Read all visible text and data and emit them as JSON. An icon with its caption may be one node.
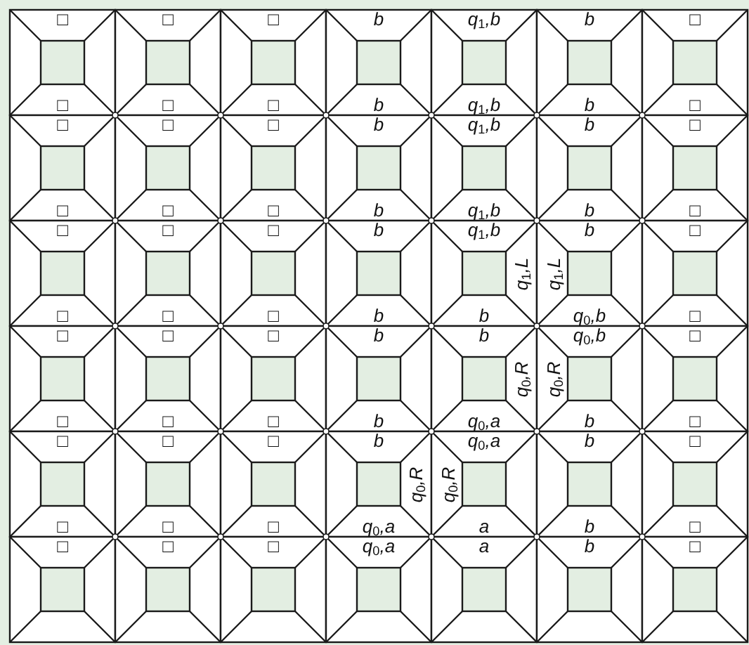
{
  "diagram": {
    "nodes": [
      {
        "text": [
          "□",
          "□"
        ]
      },
      {
        "text": [
          "□",
          "□"
        ]
      },
      {
        "text": [
          "□",
          "□"
        ]
      },
      {
        "text": [
          "b",
          "b"
        ]
      },
      {
        "text": [
          "q$_{1}$,b",
          "q$_{1}$,b"
        ]
      },
      {
        "text": [
          "b",
          "b"
        ]
      },
      {
        "text": [
          "□",
          "□"
        ]
      },
      {
        "text": [
          "□",
          "□"
        ]
      },
      {
        "text": [
          "□",
          "□"
        ]
      },
      {
        "text": [
          "□",
          "□"
        ]
      },
      {
        "text": [
          "b",
          "b"
        ]
      },
      {
        "text": [
          "q$_{1}$,b",
          "q$_{1}$,b"
        ]
      },
      {
        "text": [
          "b",
          "b"
        ]
      },
      {
        "text": [
          "□",
          "□"
        ]
      },
      {
        "text": [
          "□",
          "□"
        ]
      },
      {
        "text": [
          "□",
          "□"
        ]
      },
      {
        "text": [
          "□",
          "□"
        ]
      },
      {
        "text": [
          "b",
          "b"
        ]
      },
      {
        "text": [
          "q$_{1}$,b",
          "q$_{1}$,L",
          "b"
        ]
      },
      {
        "text": [
          "b",
          "q$_{1}$,L",
          "q$_{0}$,b"
        ]
      },
      {
        "text": [
          "□",
          "□"
        ]
      },
      {
        "text": [
          "□",
          "□"
        ]
      },
      {
        "text": [
          "□",
          "□"
        ]
      },
      {
        "text": [
          "□",
          "□"
        ]
      },
      {
        "text": [
          "b",
          "b"
        ]
      },
      {
        "text": [
          "b",
          "q$_{0}$,R",
          "q$_{0}$,a"
        ]
      },
      {
        "text": [
          "q$_{0}$,b",
          "q$_{0}$,R",
          "b"
        ]
      },
      {
        "text": [
          "□",
          "□"
        ]
      },
      {
        "text": [
          "□",
          "□"
        ]
      },
      {
        "text": [
          "□",
          "□"
        ]
      },
      {
        "text": [
          "□",
          "□"
        ]
      },
      {
        "text": [
          "b",
          "q$_{0}$,R",
          "q$_{0}$,a"
        ]
      },
      {
        "text": [
          "q$_{0}$,a",
          "q$_{0}$,R",
          "a"
        ]
      },
      {
        "text": [
          "b",
          "b"
        ]
      },
      {
        "text": [
          "□",
          "□"
        ]
      },
      {
        "text": [
          "□"
        ]
      },
      {
        "text": [
          "□"
        ]
      },
      {
        "text": [
          "□"
        ]
      },
      {
        "text": [
          "q$_{0}$,a"
        ]
      },
      {
        "text": [
          "a"
        ]
      },
      {
        "text": [
          "b"
        ]
      },
      {
        "text": [
          "□"
        ]
      }
    ]
  }
}
